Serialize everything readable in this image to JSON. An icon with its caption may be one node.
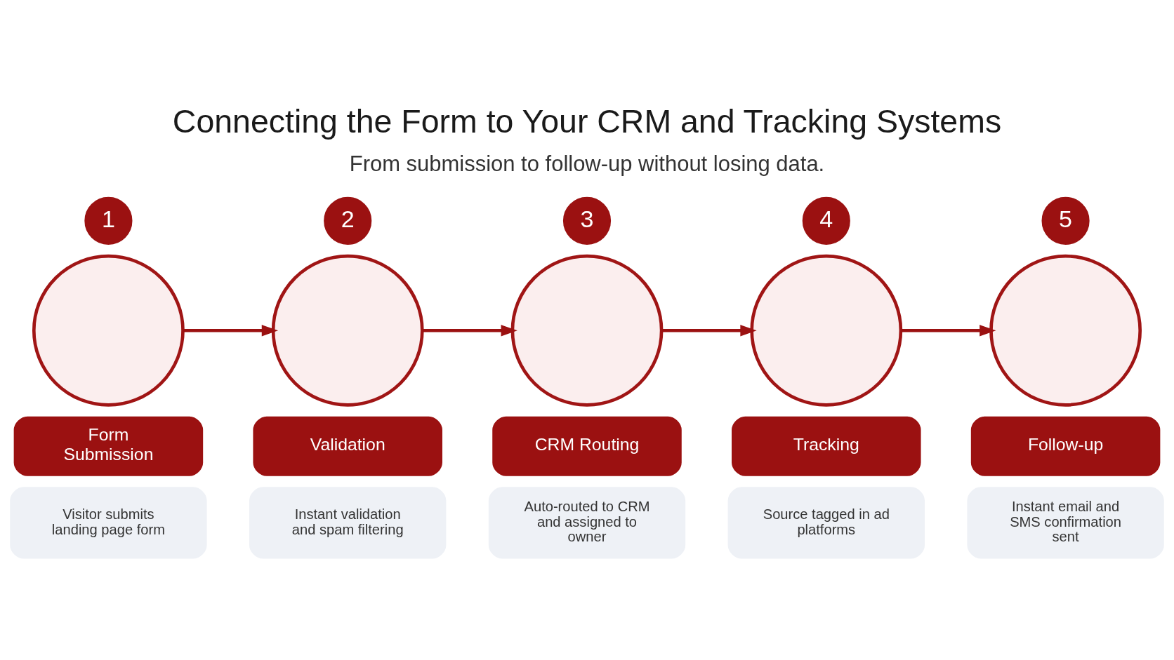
{
  "diagram": {
    "title": "Connecting the Form to Your CRM and Tracking Systems",
    "nodes": [
      {
        "text": [
          "1"
        ]
      },
      {
        "text": [],
        "shape": "circle"
      },
      {
        "text": [
          "Form Submission"
        ]
      },
      {
        "text": [
          "Visitor submits landing page form"
        ]
      },
      {
        "text": [
          "2"
        ]
      },
      {
        "text": [],
        "shape": "circle"
      },
      {
        "text": [
          "Validation"
        ]
      },
      {
        "text": [
          "Instant validation and spam filtering"
        ]
      },
      {
        "text": [
          "3"
        ]
      },
      {
        "text": [],
        "shape": "circle"
      },
      {
        "text": [
          "CRM Routing"
        ]
      },
      {
        "text": [
          "Auto-routed to CRM and assigned to owner"
        ]
      },
      {
        "text": [
          "4"
        ]
      },
      {
        "text": [],
        "shape": "circle"
      },
      {
        "text": [
          "Tracking"
        ]
      },
      {
        "text": [
          "Source tagged in ad platforms"
        ]
      },
      {
        "text": [
          "5"
        ]
      },
      {
        "text": [],
        "shape": "circle"
      },
      {
        "text": [
          "Follow-up"
        ]
      },
      {
        "text": [
          "Instant email and SMS confirmation sent"
        ]
      }
    ],
    "edges": [
      {
        "from": 1,
        "to": 5,
        "arrow": "to"
      },
      {
        "from": 5,
        "to": 9,
        "arrow": "to"
      },
      {
        "from": 9,
        "to": 13,
        "arrow": "to"
      },
      {
        "from": 13,
        "to": 17,
        "arrow": "to"
      }
    ],
    "labels": [
      "From submission to follow-up without losing data."
    ]
  }
}
